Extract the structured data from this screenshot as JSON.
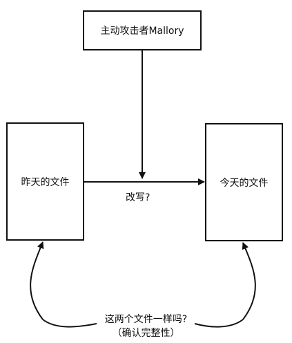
{
  "nodes": {
    "attacker": "主动攻击者Mallory",
    "yesterday_file": "昨天的文件",
    "today_file": "今天的文件"
  },
  "edges": {
    "modify": "改写?",
    "compare_line1": "这两个文件一样吗?",
    "compare_line2": "（确认完整性）"
  }
}
